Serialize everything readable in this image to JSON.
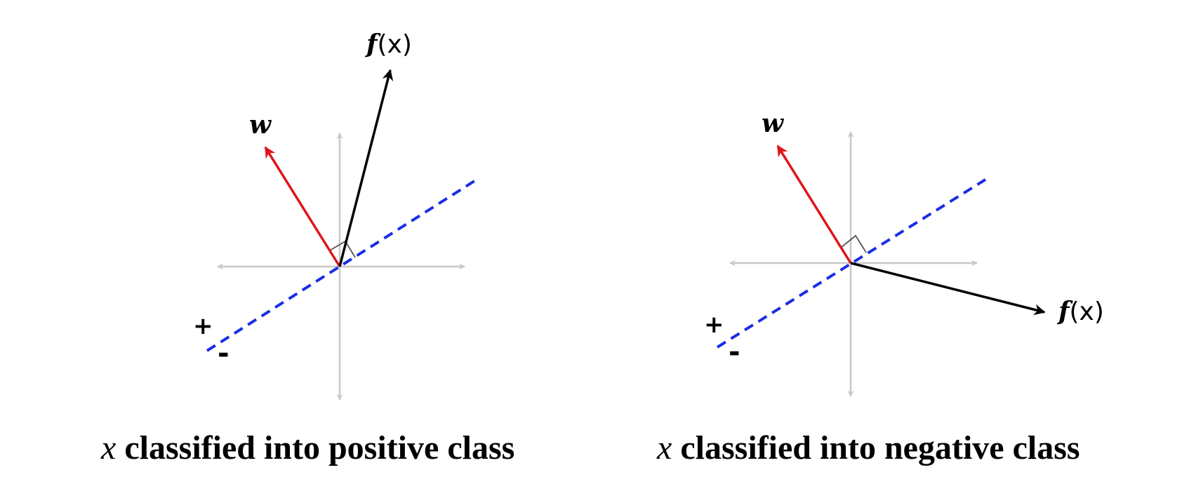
{
  "panels": [
    {
      "w_label": "w",
      "fx_func": "f",
      "fx_arg": "(x)",
      "plus": "+",
      "minus": "-",
      "caption_var": "x",
      "caption_text": " classified into positive class"
    },
    {
      "w_label": "w",
      "fx_func": "f",
      "fx_arg": "(x)",
      "plus": "+",
      "minus": "-",
      "caption_var": "x",
      "caption_text": " classified into negative class"
    }
  ],
  "colors": {
    "axes": "#c8c8c8",
    "w_vector": "#e0141b",
    "fx_vector": "#000000",
    "boundary": "#1a2ee6",
    "right_angle": "#555555"
  }
}
